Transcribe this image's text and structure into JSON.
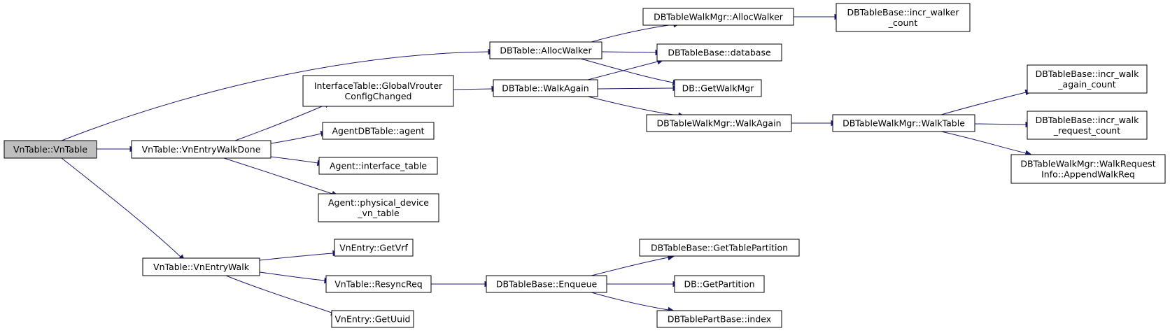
{
  "colors": {
    "edge": "#191970",
    "node_fill": "#ffffff",
    "root_fill": "#bfbfbf",
    "border": "#000000"
  },
  "nodes": {
    "vntable_vntable": {
      "lines": [
        "VnTable::VnTable"
      ],
      "root": true
    },
    "vnentrywalkdone": {
      "lines": [
        "VnTable::VnEntryWalkDone"
      ]
    },
    "vnentrywalk": {
      "lines": [
        "VnTable::VnEntryWalk"
      ]
    },
    "dbtable_allocwalker": {
      "lines": [
        "DBTable::AllocWalker"
      ]
    },
    "interfacetable_globalvrouter": {
      "lines": [
        "InterfaceTable::GlobalVrouter",
        "ConfigChanged"
      ]
    },
    "agentdbtable_agent": {
      "lines": [
        "AgentDBTable::agent"
      ]
    },
    "agent_interface_table": {
      "lines": [
        "Agent::interface_table"
      ]
    },
    "agent_physical_device": {
      "lines": [
        "Agent::physical_device",
        "_vn_table"
      ]
    },
    "vnentry_getvrf": {
      "lines": [
        "VnEntry::GetVrf"
      ]
    },
    "vntable_resyncreq": {
      "lines": [
        "VnTable::ResyncReq"
      ]
    },
    "vnentry_getuuid": {
      "lines": [
        "VnEntry::GetUuid"
      ]
    },
    "dbtable_walkagain": {
      "lines": [
        "DBTable::WalkAgain"
      ]
    },
    "dbtablebase_enqueue": {
      "lines": [
        "DBTableBase::Enqueue"
      ]
    },
    "walkmgr_allocwalker": {
      "lines": [
        "DBTableWalkMgr::AllocWalker"
      ]
    },
    "dbtablebase_database": {
      "lines": [
        "DBTableBase::database"
      ]
    },
    "db_getwalkmgr": {
      "lines": [
        "DB::GetWalkMgr"
      ]
    },
    "walkmgr_walkagain": {
      "lines": [
        "DBTableWalkMgr::WalkAgain"
      ]
    },
    "dbtablebase_gettablepartition": {
      "lines": [
        "DBTableBase::GetTablePartition"
      ]
    },
    "db_getpartition": {
      "lines": [
        "DB::GetPartition"
      ]
    },
    "dbtablepartbase_index": {
      "lines": [
        "DBTablePartBase::index"
      ]
    },
    "incr_walker_count": {
      "lines": [
        "DBTableBase::incr_walker",
        "_count"
      ]
    },
    "walkmgr_walktable": {
      "lines": [
        "DBTableWalkMgr::WalkTable"
      ]
    },
    "incr_walk_again_count": {
      "lines": [
        "DBTableBase::incr_walk",
        "_again_count"
      ]
    },
    "incr_walk_request_count": {
      "lines": [
        "DBTableBase::incr_walk",
        "_request_count"
      ]
    },
    "walkrequestinfo_appendwalkreq": {
      "lines": [
        "DBTableWalkMgr::WalkRequest",
        "Info::AppendWalkReq"
      ]
    }
  }
}
